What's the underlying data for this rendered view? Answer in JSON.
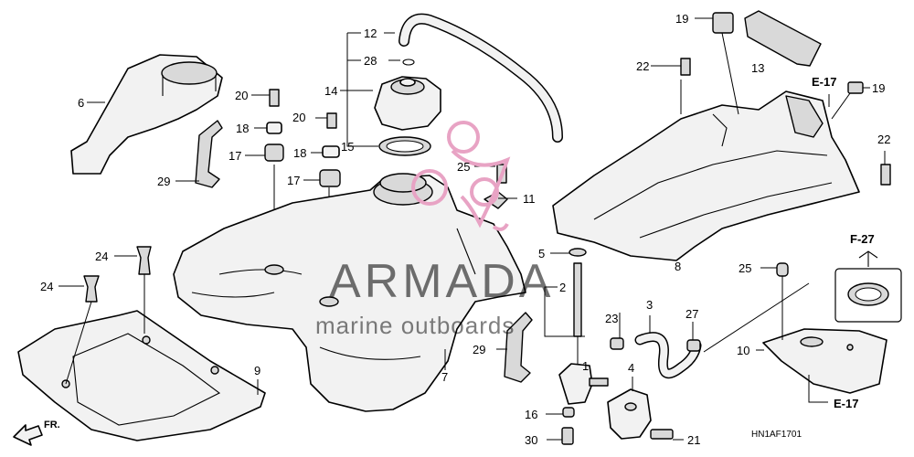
{
  "diagram": {
    "callouts": {
      "c1": "1",
      "c2": "2",
      "c3": "3",
      "c4": "4",
      "c5": "5",
      "c6": "6",
      "c7": "7",
      "c8": "8",
      "c9": "9",
      "c10": "10",
      "c11": "11",
      "c12": "12",
      "c13": "13",
      "c14": "14",
      "c15": "15",
      "c16": "16",
      "c17a": "17",
      "c17b": "17",
      "c18a": "18",
      "c18b": "18",
      "c19a": "19",
      "c19b": "19",
      "c20a": "20",
      "c20b": "20",
      "c21": "21",
      "c22a": "22",
      "c22b": "22",
      "c23": "23",
      "c24a": "24",
      "c24b": "24",
      "c25a": "25",
      "c25b": "25",
      "c27": "27",
      "c28": "28",
      "c29a": "29",
      "c29b": "29",
      "c30": "30"
    },
    "refs": {
      "e17_top": "E-17",
      "e17_bottom": "E-17",
      "f27": "F-27"
    },
    "front_label": "FR.",
    "diagram_code": "HN1AF1701",
    "watermark": {
      "brand": "ARMADA",
      "tagline": "marine outboards"
    },
    "colors": {
      "line": "#000000",
      "fill": "#f2f2f2",
      "watermark_pink": "#e8a3c4"
    }
  }
}
